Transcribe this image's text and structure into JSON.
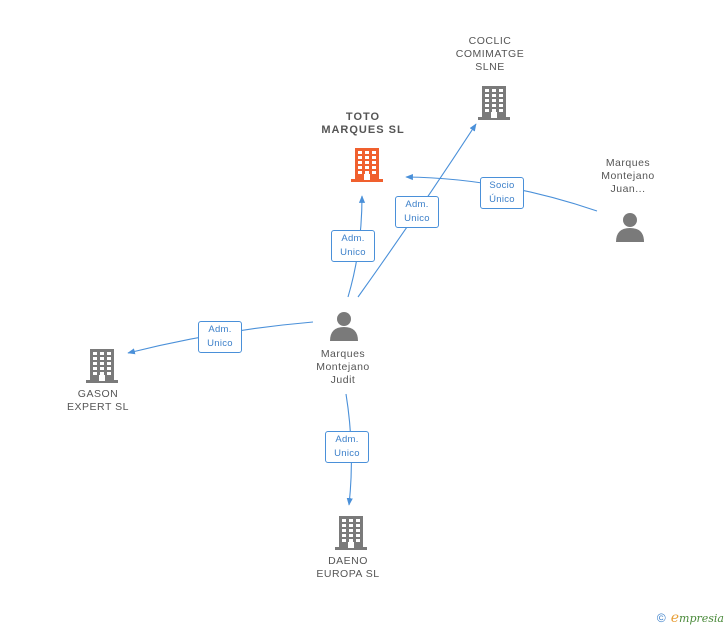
{
  "colors": {
    "edge": "#4a90d9",
    "company": "#7a7a7a",
    "highlight": "#f0602e",
    "person": "#7a7a7a"
  },
  "nodes": {
    "toto": {
      "lines": [
        "TOTO",
        "MARQUES SL"
      ],
      "icon": "building-icon"
    },
    "coclic": {
      "lines": [
        "COCLIC",
        "COMIMATGE",
        "SLNE"
      ],
      "icon": "building-icon"
    },
    "juan": {
      "lines": [
        "Marques",
        "Montejano",
        "Juan..."
      ],
      "icon": "person-icon"
    },
    "judit": {
      "lines": [
        "Marques",
        "Montejano",
        "Judit"
      ],
      "icon": "person-icon"
    },
    "gason": {
      "lines": [
        "GASON",
        "EXPERT SL"
      ],
      "icon": "building-icon"
    },
    "daeno": {
      "lines": [
        "DAENO",
        "EUROPA SL"
      ],
      "icon": "building-icon"
    }
  },
  "edges": {
    "juan_toto": {
      "lines": [
        "Socio",
        "Único"
      ]
    },
    "judit_coclic": {
      "lines": [
        "Adm.",
        "Unico"
      ]
    },
    "judit_toto": {
      "lines": [
        "Adm.",
        "Unico"
      ]
    },
    "judit_gason": {
      "lines": [
        "Adm.",
        "Unico"
      ]
    },
    "judit_daeno": {
      "lines": [
        "Adm.",
        "Unico"
      ]
    }
  },
  "footer": {
    "copyright": "©",
    "brand_initial": "e",
    "brand_rest": "mpresia"
  }
}
